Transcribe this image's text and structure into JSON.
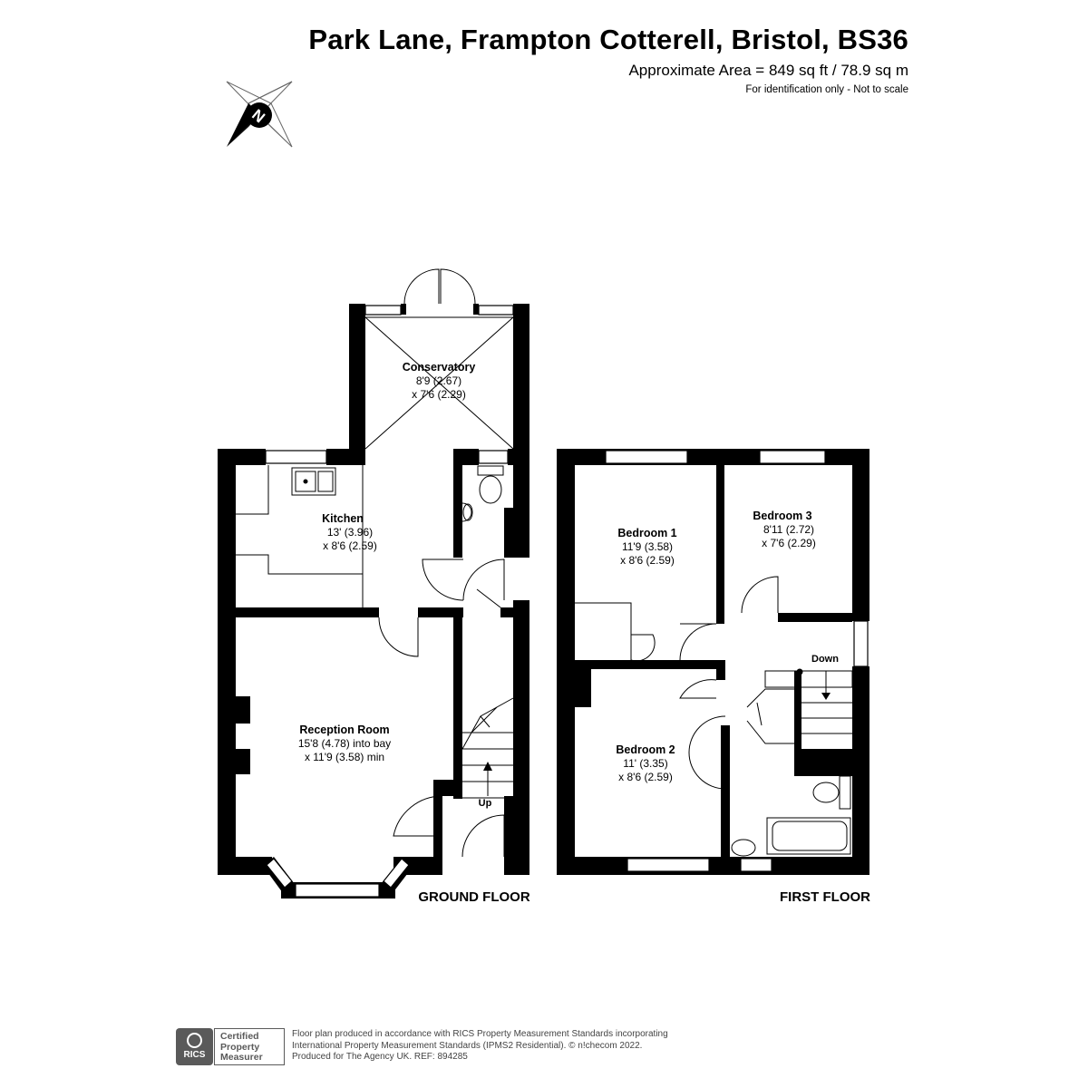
{
  "header": {
    "title": "Park Lane, Frampton Cotterell, Bristol, BS36",
    "area": "Approximate Area = 849 sq ft / 78.9 sq m",
    "note": "For identification only - Not to scale"
  },
  "compass": {
    "letter": "N"
  },
  "rooms": {
    "conservatory": {
      "name": "Conservatory",
      "dim1": "8'9 (2.67)",
      "dim2": "x 7'6 (2.29)"
    },
    "kitchen": {
      "name": "Kitchen",
      "dim1": "13' (3.96)",
      "dim2": "x 8'6 (2.59)"
    },
    "reception": {
      "name": "Reception Room",
      "dim1": "15'8 (4.78) into bay",
      "dim2": "x 11'9 (3.58) min"
    },
    "bedroom1": {
      "name": "Bedroom 1",
      "dim1": "11'9 (3.58)",
      "dim2": "x 8'6 (2.59)"
    },
    "bedroom2": {
      "name": "Bedroom 2",
      "dim1": "11' (3.35)",
      "dim2": "x 8'6 (2.59)"
    },
    "bedroom3": {
      "name": "Bedroom 3",
      "dim1": "8'11 (2.72)",
      "dim2": "x 7'6 (2.29)"
    }
  },
  "stairs": {
    "up": "Up",
    "down": "Down"
  },
  "floors": {
    "ground": "GROUND FLOOR",
    "first": "FIRST FLOOR"
  },
  "footer": {
    "badge_rics": "RICS",
    "badge_line1": "Certified",
    "badge_line2": "Property",
    "badge_line3": "Measurer",
    "line1": "Floor plan produced in accordance with RICS Property Measurement Standards incorporating",
    "line2": "International Property Measurement Standards (IPMS2 Residential).   © n!checom 2022.",
    "line3": "Produced for The Agency UK.   REF:  894285"
  }
}
